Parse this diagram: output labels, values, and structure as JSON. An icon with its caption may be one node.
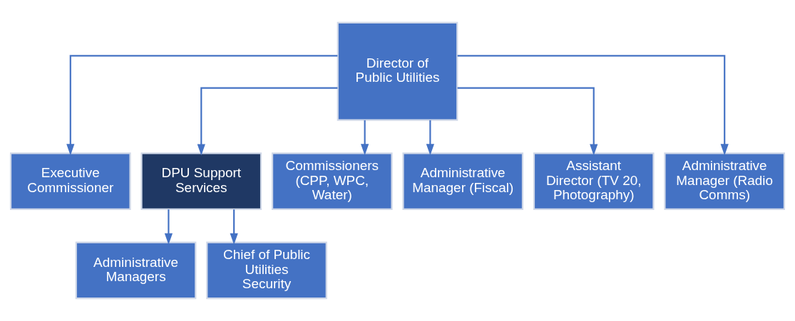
{
  "diagram": {
    "nodes": [
      {
        "text": [
          "Director of Public Utilities"
        ]
      },
      {
        "text": [
          "Executive Commissioner"
        ]
      },
      {
        "text": [
          "DPU Support Services"
        ]
      },
      {
        "text": [
          "Commissioners (CPP, WPC, Water)"
        ]
      },
      {
        "text": [
          "Administrative Manager (Fiscal)"
        ]
      },
      {
        "text": [
          "Assistant Director (TV 20, Photography)"
        ]
      },
      {
        "text": [
          "Administrative Manager (Radio Comms)"
        ]
      },
      {
        "text": [
          "Administrative Managers"
        ]
      },
      {
        "text": [
          "Chief of Public Utilities Security"
        ]
      }
    ],
    "edges": [
      {
        "from": 0,
        "to": 1,
        "arrow": "to"
      },
      {
        "from": 0,
        "to": 2,
        "arrow": "to"
      },
      {
        "from": 0,
        "to": 3,
        "arrow": "to"
      },
      {
        "from": 0,
        "to": 4,
        "arrow": "to"
      },
      {
        "from": 0,
        "to": 5,
        "arrow": "to"
      },
      {
        "from": 0,
        "to": 6,
        "arrow": "to"
      },
      {
        "from": 2,
        "to": 7,
        "arrow": "to"
      },
      {
        "from": 2,
        "to": 8,
        "arrow": "to"
      }
    ]
  }
}
